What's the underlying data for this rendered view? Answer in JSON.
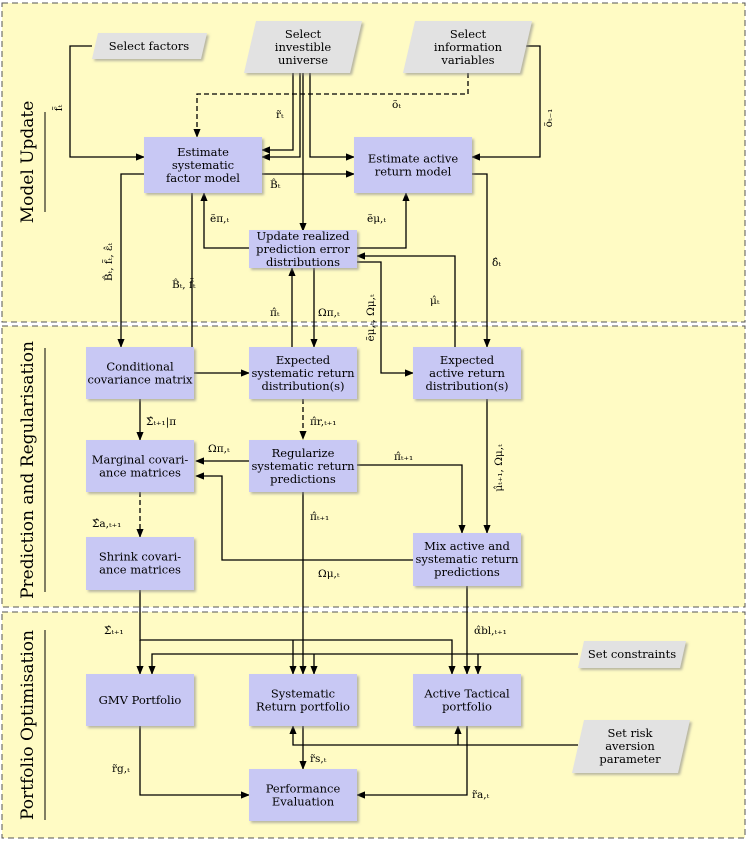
{
  "sections": [
    {
      "label": "Model Update"
    },
    {
      "label": "Prediction and Regularisation"
    },
    {
      "label": "Portfolio Optimisation"
    }
  ],
  "nodes": {
    "select_factors": [
      "Select factors"
    ],
    "select_universe": [
      "Select",
      "investible",
      "universe"
    ],
    "select_info": [
      "Select",
      "information",
      "variables"
    ],
    "est_factor_model": [
      "Estimate",
      "systematic",
      "factor model"
    ],
    "est_active_model": [
      "Estimate active",
      "return model"
    ],
    "update_pred_err": [
      "Update realized",
      "prediction error",
      "distributions"
    ],
    "cond_cov": [
      "Conditional",
      "covariance matrix"
    ],
    "exp_sys_dist": [
      "Expected",
      "systematic return",
      "distribution(s)"
    ],
    "exp_act_dist": [
      "Expected",
      "active return",
      "distribution(s)"
    ],
    "marg_cov": [
      "Marginal covari-",
      "ance matrices"
    ],
    "reg_sys": [
      "Regularize",
      "systematic return",
      "predictions"
    ],
    "shrink_cov": [
      "Shrink covari-",
      "ance matrices"
    ],
    "mix": [
      "Mix active and",
      "systematic return",
      "predictions"
    ],
    "set_constraints": [
      "Set constraints"
    ],
    "gmv": [
      "GMV Portfolio"
    ],
    "sys_port": [
      "Systematic",
      "Return portfolio"
    ],
    "act_tact": [
      "Active Tactical",
      "portfolio"
    ],
    "set_risk": [
      "Set risk",
      "aversion",
      "parameter"
    ],
    "perf": [
      "Performance",
      "Evaluation"
    ]
  },
  "edge_labels": {
    "f_t": "f̃ₜ",
    "r_t": "r̃ₜ",
    "o_t": "õₜ",
    "o_t1": "õₜ₋₁",
    "B_t": "B̂ₜ",
    "e_pi": "ẽπ,ₜ",
    "e_mu": "ẽμ,ₜ",
    "B_f_e": "B̂ₜ, f̃ₜ, ε̂ₜ",
    "B_f": "B̂ₜ, f̃ₜ",
    "delta_t": "δ̂ₜ",
    "pi_t": "π̂ₜ",
    "Omega_pi_t": "Ωπ,ₜ",
    "e_mu_omega": "ẽμ,ₜ, Ωμ,ₜ",
    "mu_t": "μ̂ₜ",
    "Sigma_pi": "Σ̂ₜ₊₁|π",
    "pi_r": "π̂r,ₜ₊₁",
    "Omega_pi_t2": "Ωπ,ₜ",
    "pi_t1_a": "π̂ₜ₊₁",
    "mu_omega": "μ̂ₜ₊₁, Ωμ,ₜ",
    "Sigma_a": "Σ̂a,ₜ₊₁",
    "pi_t1_b": "π̂ₜ₊₁",
    "Omega_mu": "Ωμ,ₜ",
    "Sigma_t1": "Σ̂ₜ₊₁",
    "alpha_bl": "α̂bl,ₜ₊₁",
    "r_s": "r̃s,ₜ",
    "r_g": "r̃g,ₜ",
    "r_a": "r̃a,ₜ"
  }
}
